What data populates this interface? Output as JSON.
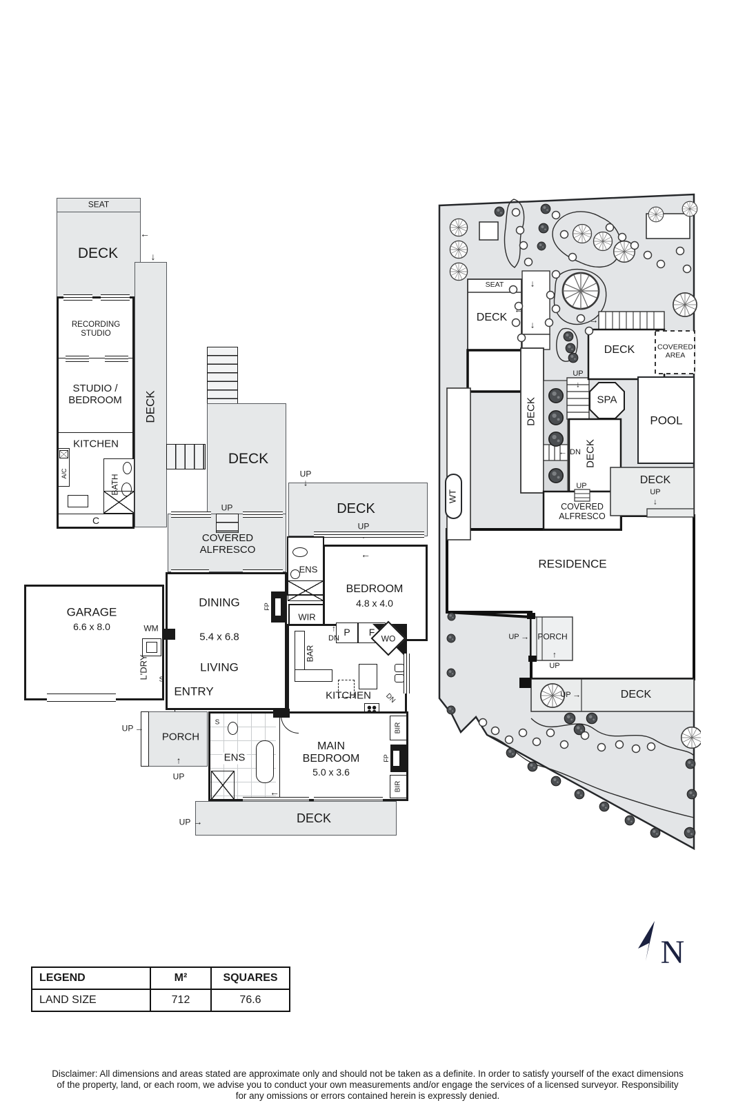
{
  "labels": {
    "seat": "SEAT",
    "deck": "DECK",
    "recording_studio": "RECORDING\nSTUDIO",
    "studio_bedroom": "STUDIO /\nBEDROOM",
    "kitchen": "KITCHEN",
    "bath": "BATH",
    "ac": "A/C",
    "c": "C",
    "up": "UP",
    "dn": "DN",
    "covered_alfresco": "COVERED\nALFRESCO",
    "dining": "DINING",
    "living": "LIVING",
    "entry": "ENTRY",
    "garage": "GARAGE",
    "wm": "WM",
    "ldry": "L'DRY",
    "s": "S",
    "porch": "PORCH",
    "ens": "ENS",
    "wir": "WIR",
    "bar": "BAR",
    "bedroom": "BEDROOM",
    "main_bedroom": "MAIN\nBEDROOM",
    "p": "P",
    "f": "F",
    "wo": "WO",
    "bir": "BIR",
    "fp": "FP",
    "spa": "SPA",
    "pool": "POOL",
    "residence": "RESIDENCE",
    "covered_area": "COVERED\nAREA",
    "wt": "WT",
    "north": "N"
  },
  "dimensions": {
    "garage": "6.6 x 8.0",
    "living_dining": "5.4 x 6.8",
    "bedroom": "4.8 x 4.0",
    "main_bedroom": "5.0 x 3.6"
  },
  "icons": {
    "arrow_up": "↑",
    "arrow_down": "↓",
    "arrow_left": "←",
    "arrow_right": "→"
  },
  "legend": {
    "headers": [
      "LEGEND",
      "M²",
      "SQUARES"
    ],
    "rows": [
      [
        "LAND SIZE",
        "712",
        "76.6"
      ]
    ]
  },
  "disclaimer": {
    "line1": "Disclaimer: All dimensions and areas stated are approximate only and should not be taken as a definite. In order to satisfy yourself of the exact dimensions",
    "line2": "of the property, land, or each room, we advise you to conduct your own measurements and/or engage the services of a licensed surveyor. Responsibility",
    "line3": "for any omissions or errors contained herein is expressly denied."
  }
}
